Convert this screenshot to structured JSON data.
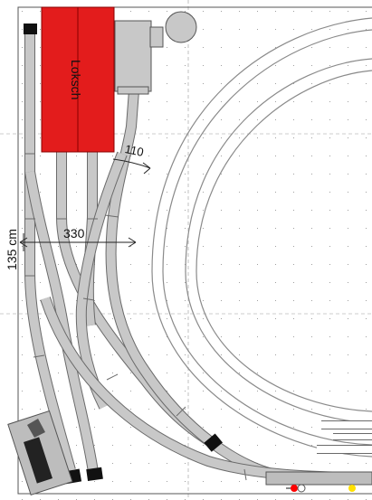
{
  "plan": {
    "shed_label": "Loksch",
    "width_label": "330",
    "height_label": "135 cm",
    "angle_label": "110"
  },
  "colors": {
    "shed": "#e31c1c",
    "shed_outline": "#8a0000",
    "track": "#c8c8c8",
    "track_outline": "#6a6a6a",
    "buffer": "#111111",
    "grid": "#a0a0a0",
    "signal_red": "#ff0000",
    "signal_yellow": "#ffe000",
    "platform": "#bdbdbd",
    "dark_block": "#222222"
  }
}
